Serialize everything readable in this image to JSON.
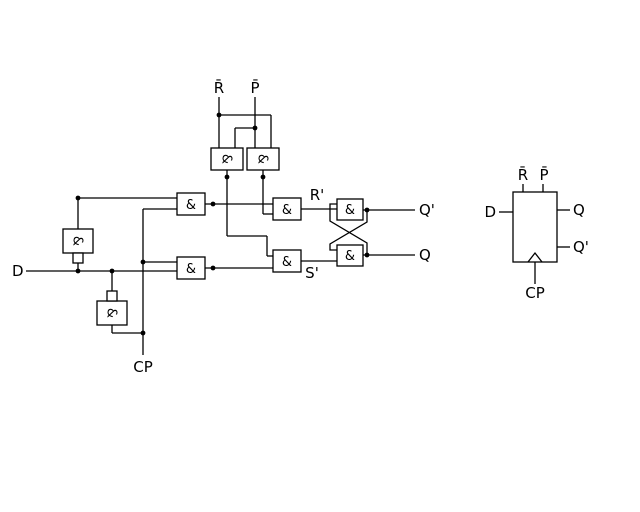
{
  "diagram": {
    "gate_symbol": "&",
    "inputs": {
      "r_bar": "R̄",
      "p_bar": "P̄",
      "d": "D",
      "cp": "CP"
    },
    "internal": {
      "r_prime": "R'",
      "s_prime": "S'"
    },
    "outputs": {
      "q_prime": "Q'",
      "q": "Q"
    },
    "symbol": {
      "r_bar": "R̄",
      "p_bar": "P̄",
      "d": "D",
      "q": "Q",
      "q_prime": "Q'",
      "cp": "CP"
    },
    "colors": {
      "line": "#000000",
      "background": "#ffffff"
    }
  }
}
